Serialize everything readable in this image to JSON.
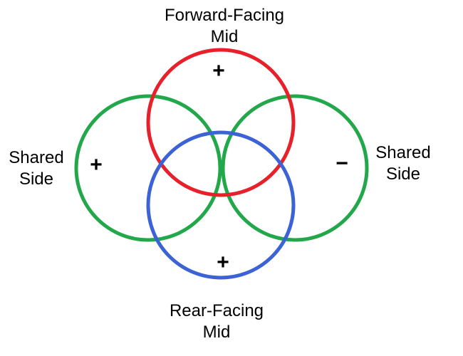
{
  "colors": {
    "forward_mid": "#e8202a",
    "rear_mid": "#3b63d6",
    "shared_side": "#22a84a",
    "background": "#ffffff",
    "text": "#000000"
  },
  "labels": {
    "top": [
      "Forward-Facing",
      "Mid"
    ],
    "bottom": [
      "Rear-Facing",
      "Mid"
    ],
    "left": [
      "Shared",
      "Side"
    ],
    "right": [
      "Shared",
      "Side"
    ]
  },
  "signs": {
    "top": "+",
    "bottom": "+",
    "left": "+",
    "right": "−"
  }
}
